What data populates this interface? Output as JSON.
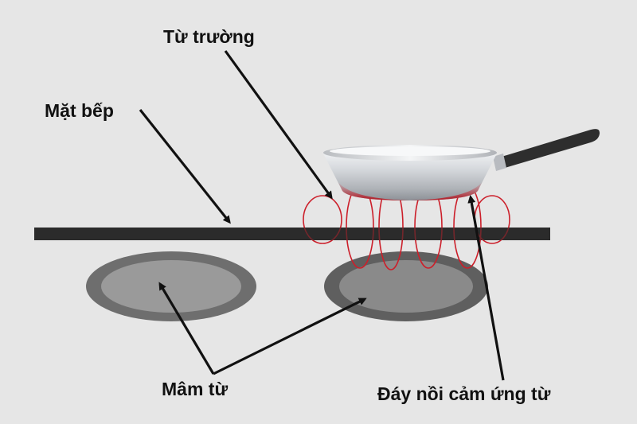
{
  "labels": {
    "magnetic_field": "Từ trường",
    "cooktop_surface": "Mặt bếp",
    "induction_coil": "Mâm từ",
    "pan_base": "Đáy nồi cảm ứng từ"
  },
  "colors": {
    "background": "#e6e6e6",
    "text": "#111111",
    "cooktop": "#2b2b2b",
    "coil_outer": "#6e6e6e",
    "coil_inner": "#9a9a9a",
    "field_lines": "#cc1f2a",
    "pan_body": "#c9ccd0",
    "pan_handle": "#2e2e2e"
  },
  "icons": [
    "arrow-icon",
    "frying-pan-icon",
    "magnetic-field-loop-icon",
    "induction-coil-icon"
  ]
}
